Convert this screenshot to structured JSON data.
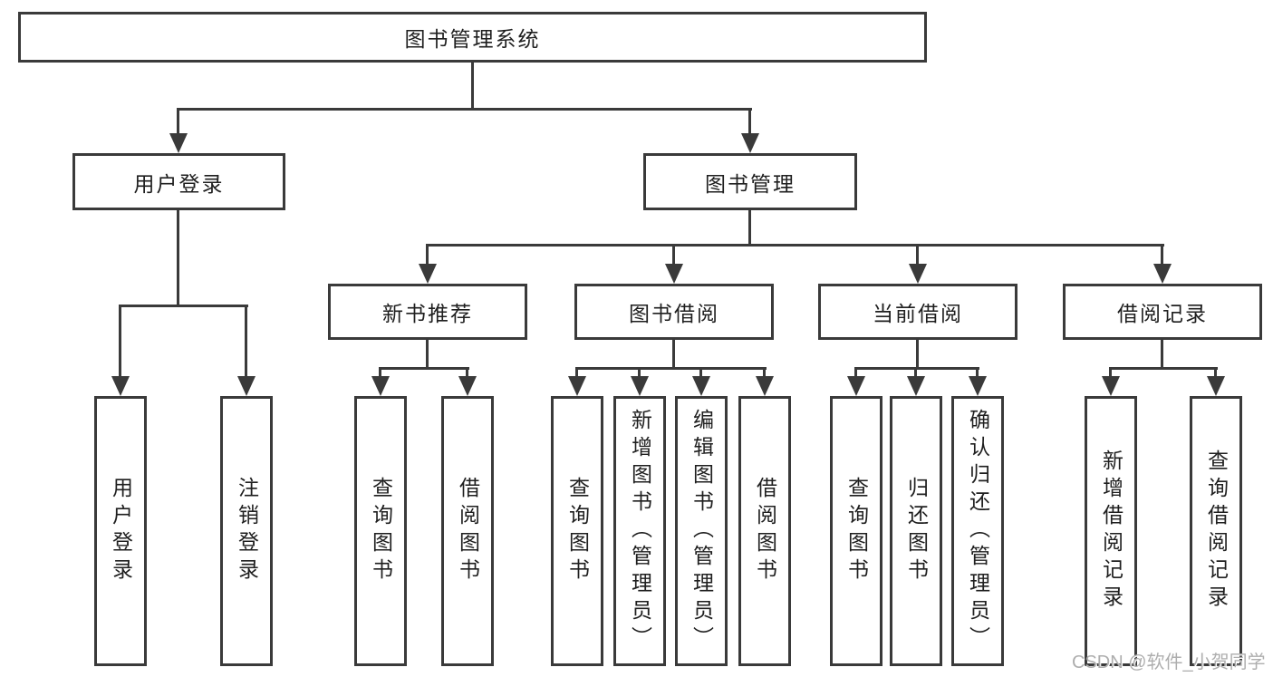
{
  "tree": {
    "root": "图书管理系统",
    "login": {
      "label": "用户登录",
      "children": [
        "用户登录",
        "注销登录"
      ]
    },
    "management": {
      "label": "图书管理",
      "groups": [
        {
          "label": "新书推荐",
          "children": [
            "查询图书",
            "借阅图书"
          ]
        },
        {
          "label": "图书借阅",
          "children": [
            "查询图书",
            "新增图书（管理员）",
            "编辑图书（管理员）",
            "借阅图书"
          ]
        },
        {
          "label": "当前借阅",
          "children": [
            "查询图书",
            "归还图书",
            "确认归还（管理员）"
          ]
        },
        {
          "label": "借阅记录",
          "children": [
            "新增借阅记录",
            "查询借阅记录"
          ]
        }
      ]
    }
  },
  "watermark": "CSDN @软件_小贺同学",
  "icons": {
    "connector_arrow": "arrow-down"
  },
  "colors": {
    "line": "#3a3a3a",
    "box_background": "#ffffff",
    "text": "#1f1f1f",
    "watermark": "#aeaeae"
  }
}
